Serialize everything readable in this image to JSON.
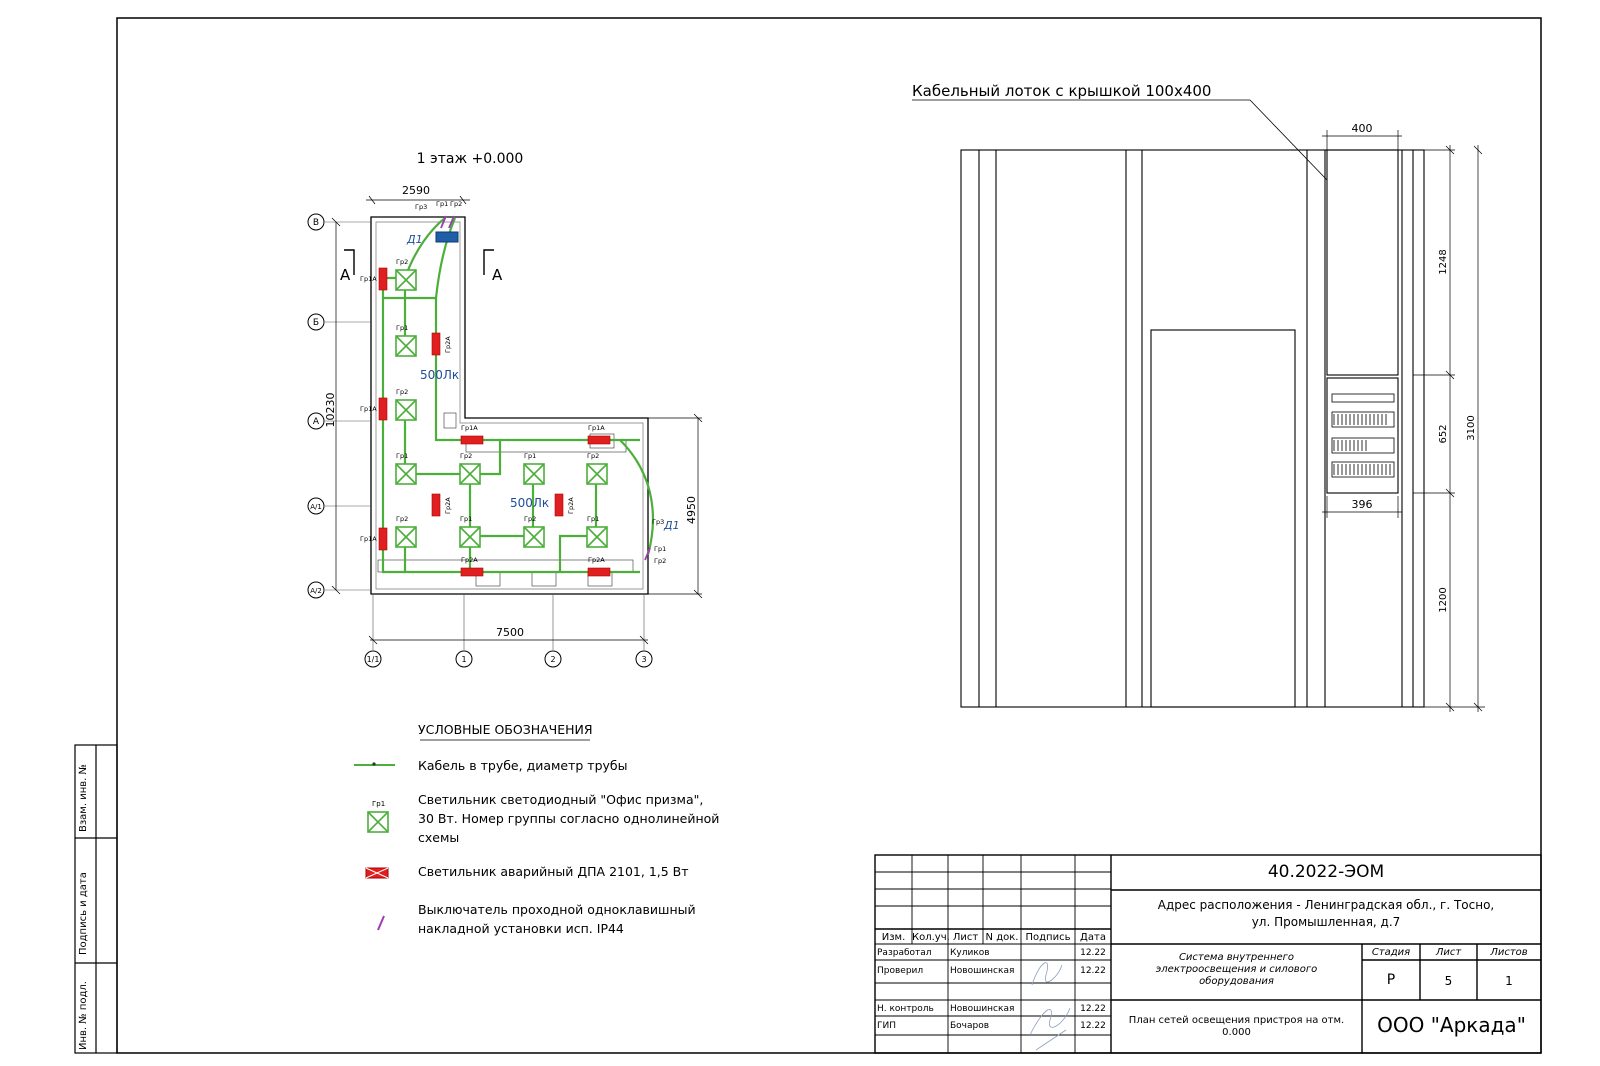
{
  "plan": {
    "title": "1 этаж +0.000",
    "dims": {
      "top": "2590",
      "left": "10230",
      "bottom": "7500",
      "right": "4950"
    },
    "axes_rows": [
      "В",
      "Б",
      "А",
      "А/1",
      "А/2"
    ],
    "axes_cols": [
      "1/1",
      "1",
      "2",
      "3"
    ],
    "section_mark": "А",
    "lux_1": "500Лк",
    "lux_2": "500Лк",
    "panel_label": "Д1",
    "switch_label": "Д1",
    "groups": {
      "g1": "Гр1",
      "g2": "Гр2",
      "g3": "Гр3",
      "g1a": "Гр1А",
      "g2a": "Гр2А"
    }
  },
  "elevation": {
    "tray_label": "Кабельный лоток с крышкой 100x400",
    "dims": {
      "w_top": "400",
      "w_bottom": "396",
      "h1": "1248",
      "h2": "652",
      "h3": "1200",
      "total": "3100"
    }
  },
  "legend": {
    "title": "УСЛОВНЫЕ ОБОЗНАЧЕНИЯ",
    "cable": "Кабель в трубе, диаметр трубы",
    "lamp_group": "Гр1",
    "lamp_line1": "Светильник светодиодный \"Офис призма\",",
    "lamp_line2": "30 Вт. Номер группы согласно однолинейной",
    "lamp_line3": "схемы",
    "emergency": "Светильник аварийный ДПА 2101, 1,5 Вт",
    "switch_line1": "Выключатель проходной одноклавишный",
    "switch_line2": "накладной  установки исп. IP44"
  },
  "side_stamp": {
    "inv_podl": "Инв. № подл.",
    "podpis_data": "Подпись и дата",
    "vzam_inv": "Взам. инв. №"
  },
  "title_block": {
    "code": "40.2022-ЭОМ",
    "address_line1": "Адрес расположения - Ленинградская обл., г. Тосно,",
    "address_line2": "ул. Промышленная, д.7",
    "system_line1": "Система внутреннего",
    "system_line2": "электроосвещения и силового",
    "system_line3": "оборудования",
    "sheet_title_line1": "План сетей освещения пристроя на отм.",
    "sheet_title_line2": "0.000",
    "company": "ООО \"Аркада\"",
    "col_headers": {
      "izm": "Изм.",
      "kol": "Кол.уч.",
      "list": "Лист",
      "ndok": "N док.",
      "podpis": "Подпись",
      "data": "Дата"
    },
    "stage_header": "Стадия",
    "sheet_header": "Лист",
    "sheets_header": "Листов",
    "stage": "Р",
    "sheet": "5",
    "sheets": "1",
    "people": [
      {
        "role": "Разработал",
        "name": "Куликов",
        "date": "12.22"
      },
      {
        "role": "Проверил",
        "name": "Новошинская",
        "date": "12.22"
      },
      {
        "role": "Н. контроль",
        "name": "Новошинская",
        "date": "12.22"
      },
      {
        "role": "ГИП",
        "name": "Бочаров",
        "date": "12.22"
      }
    ]
  },
  "colors": {
    "cable": "#4caf3a",
    "emergency": "#e02020",
    "switch": "#9b3fb0",
    "panel": "#1f5fa8",
    "text_blue": "#1f4e9a"
  }
}
